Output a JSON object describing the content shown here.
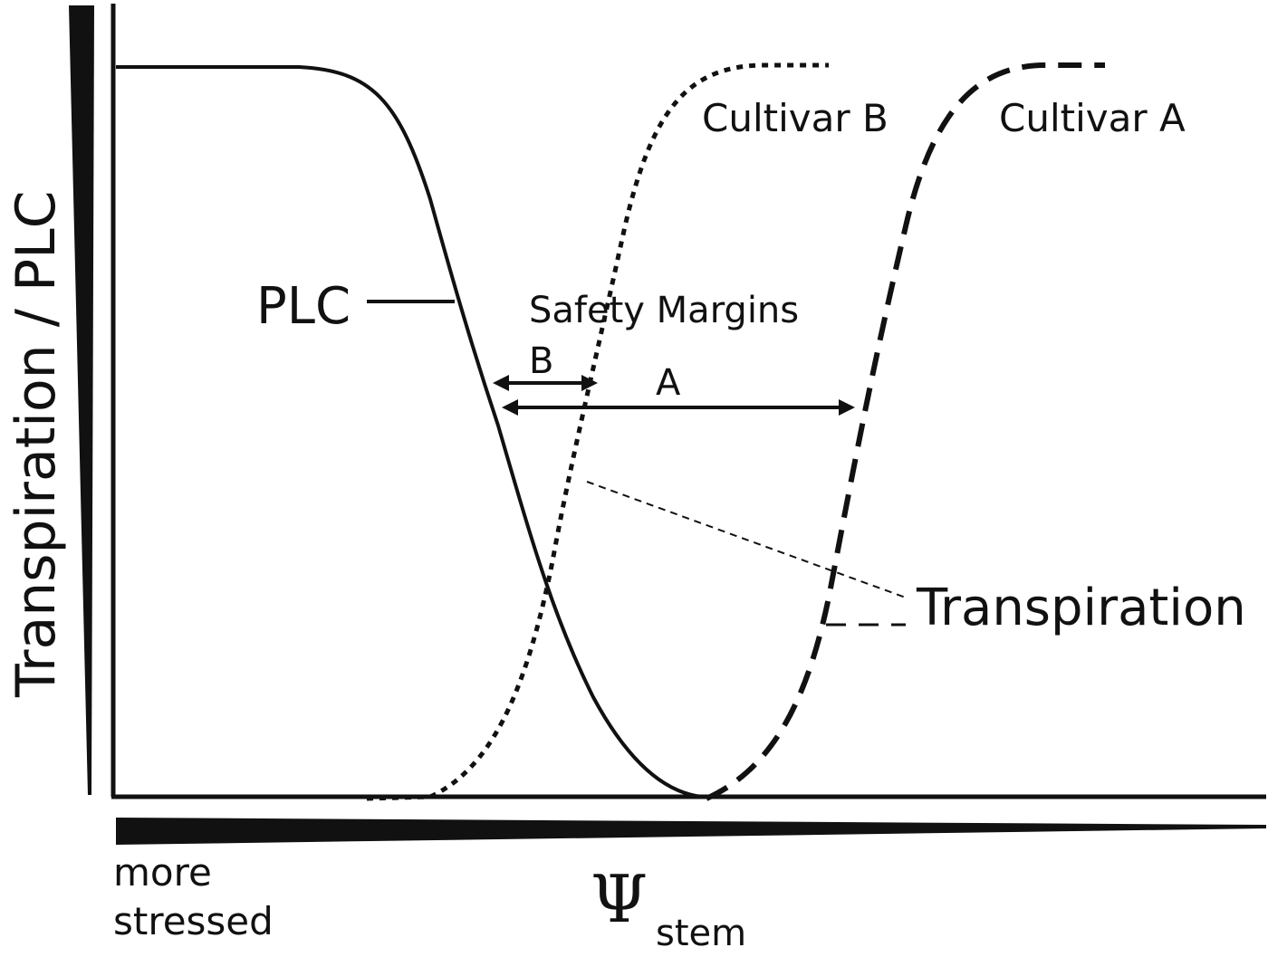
{
  "labels": {
    "y_axis": "Transpiration / PLC",
    "plc": "PLC",
    "cultivar_b": "Cultivar B",
    "cultivar_a": "Cultivar A",
    "safety_margins": "Safety Margins",
    "margin_b": "B",
    "margin_a": "A",
    "transpiration": "Transpiration",
    "more_stressed_line1": "more",
    "more_stressed_line2": "stressed",
    "psi_symbol": "Ψ",
    "psi_subscript": "stem"
  },
  "colors": {
    "ink": "#111111",
    "background": "#ffffff"
  }
}
